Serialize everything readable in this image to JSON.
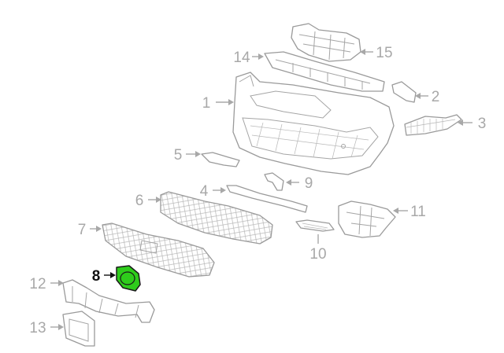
{
  "diagram": {
    "highlight_color": "#2ecc1b",
    "callouts": [
      {
        "id": "1",
        "label": "1"
      },
      {
        "id": "2",
        "label": "2"
      },
      {
        "id": "3",
        "label": "3"
      },
      {
        "id": "4",
        "label": "4"
      },
      {
        "id": "5",
        "label": "5"
      },
      {
        "id": "6",
        "label": "6"
      },
      {
        "id": "7",
        "label": "7"
      },
      {
        "id": "8",
        "label": "8",
        "highlighted": true
      },
      {
        "id": "9",
        "label": "9"
      },
      {
        "id": "10",
        "label": "10"
      },
      {
        "id": "11",
        "label": "11"
      },
      {
        "id": "12",
        "label": "12"
      },
      {
        "id": "13",
        "label": "13"
      },
      {
        "id": "14",
        "label": "14"
      },
      {
        "id": "15",
        "label": "15"
      }
    ]
  }
}
